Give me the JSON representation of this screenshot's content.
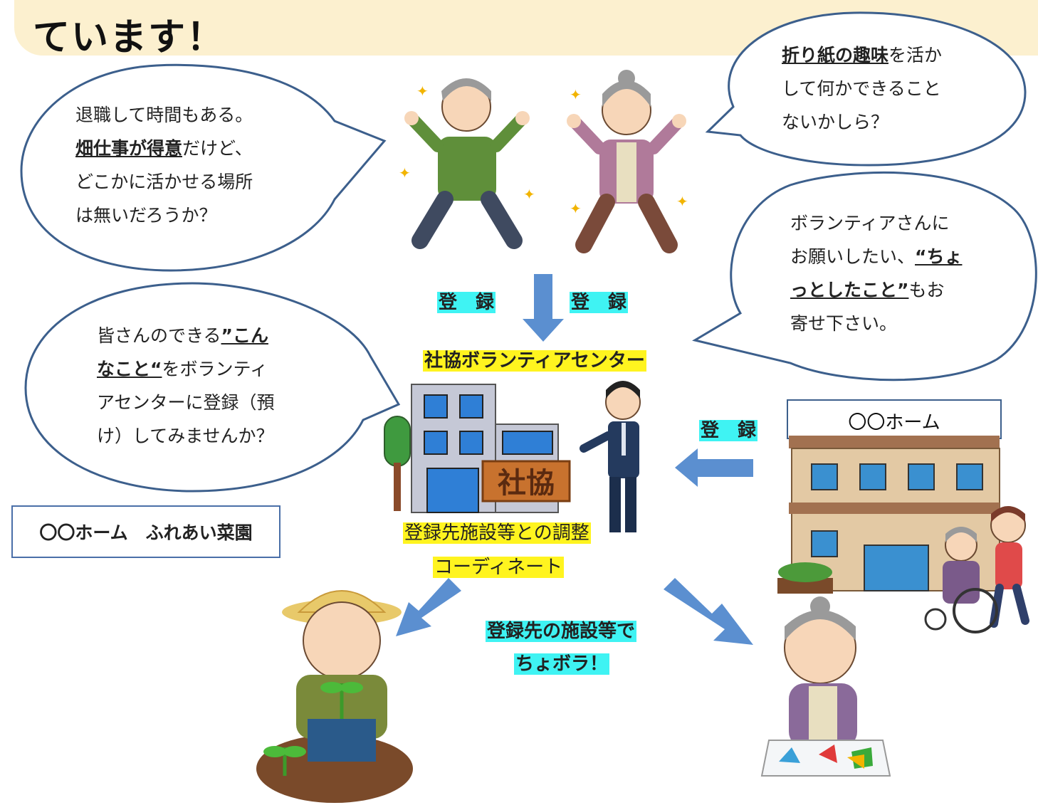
{
  "header": {
    "title": "ています！"
  },
  "bubbles": {
    "retired_man": {
      "line1": "退職して時間もある。",
      "line2_bold": "畑仕事が得意",
      "line2_rest": "だけど、",
      "line3": "どこかに活かせる場所",
      "line4": "は無いだろうか？"
    },
    "origami_woman": {
      "line1_bold": "折り紙の趣味",
      "line1_rest": "を活か",
      "line2": "して何かできること",
      "line3": "ないかしら？"
    },
    "volunteer_request": {
      "line1": "ボランティアさんに",
      "line2_pre": "お願いしたい、",
      "line2_bold": "“ちょ",
      "line3_bold": "っとしたこと”",
      "line3_rest": "もお",
      "line4": "寄せ下さい。"
    },
    "register_invite": {
      "line1_pre": "皆さんのできる",
      "line1_bold": "”こん",
      "line2_bold": "なこと“",
      "line2_rest": "をボランティ",
      "line3": "アセンターに登録（預",
      "line4": "け）してみませんか？"
    }
  },
  "labels": {
    "register_left": "登　録",
    "register_right": "登　録",
    "register_home": "登　録",
    "center_name": "社協ボランティアセンター",
    "coordination_line1": "登録先施設等との調整",
    "coordination_line2": "コーディネート",
    "chobora_line1": "登録先の施設等で",
    "chobora_line2": "ちょボラ！",
    "garden_box": "〇〇ホーム　ふれあい菜園",
    "home_sign": "〇〇ホーム",
    "building_sign": "社協"
  },
  "icons": {
    "elderly_man": "cheering-elderly-man-icon",
    "elderly_woman": "cheering-elderly-woman-icon",
    "staff": "staff-man-icon",
    "building": "office-building-icon",
    "home": "care-home-icon",
    "farmer": "farmer-planting-icon",
    "origami": "origami-woman-icon"
  },
  "colors": {
    "arrow": "#5b8fd0",
    "bubble_border": "#3c5f8c",
    "header_band": "#fcf0cf",
    "highlight_cyan": "#3ff3f3",
    "highlight_yellow": "#fff41f"
  }
}
